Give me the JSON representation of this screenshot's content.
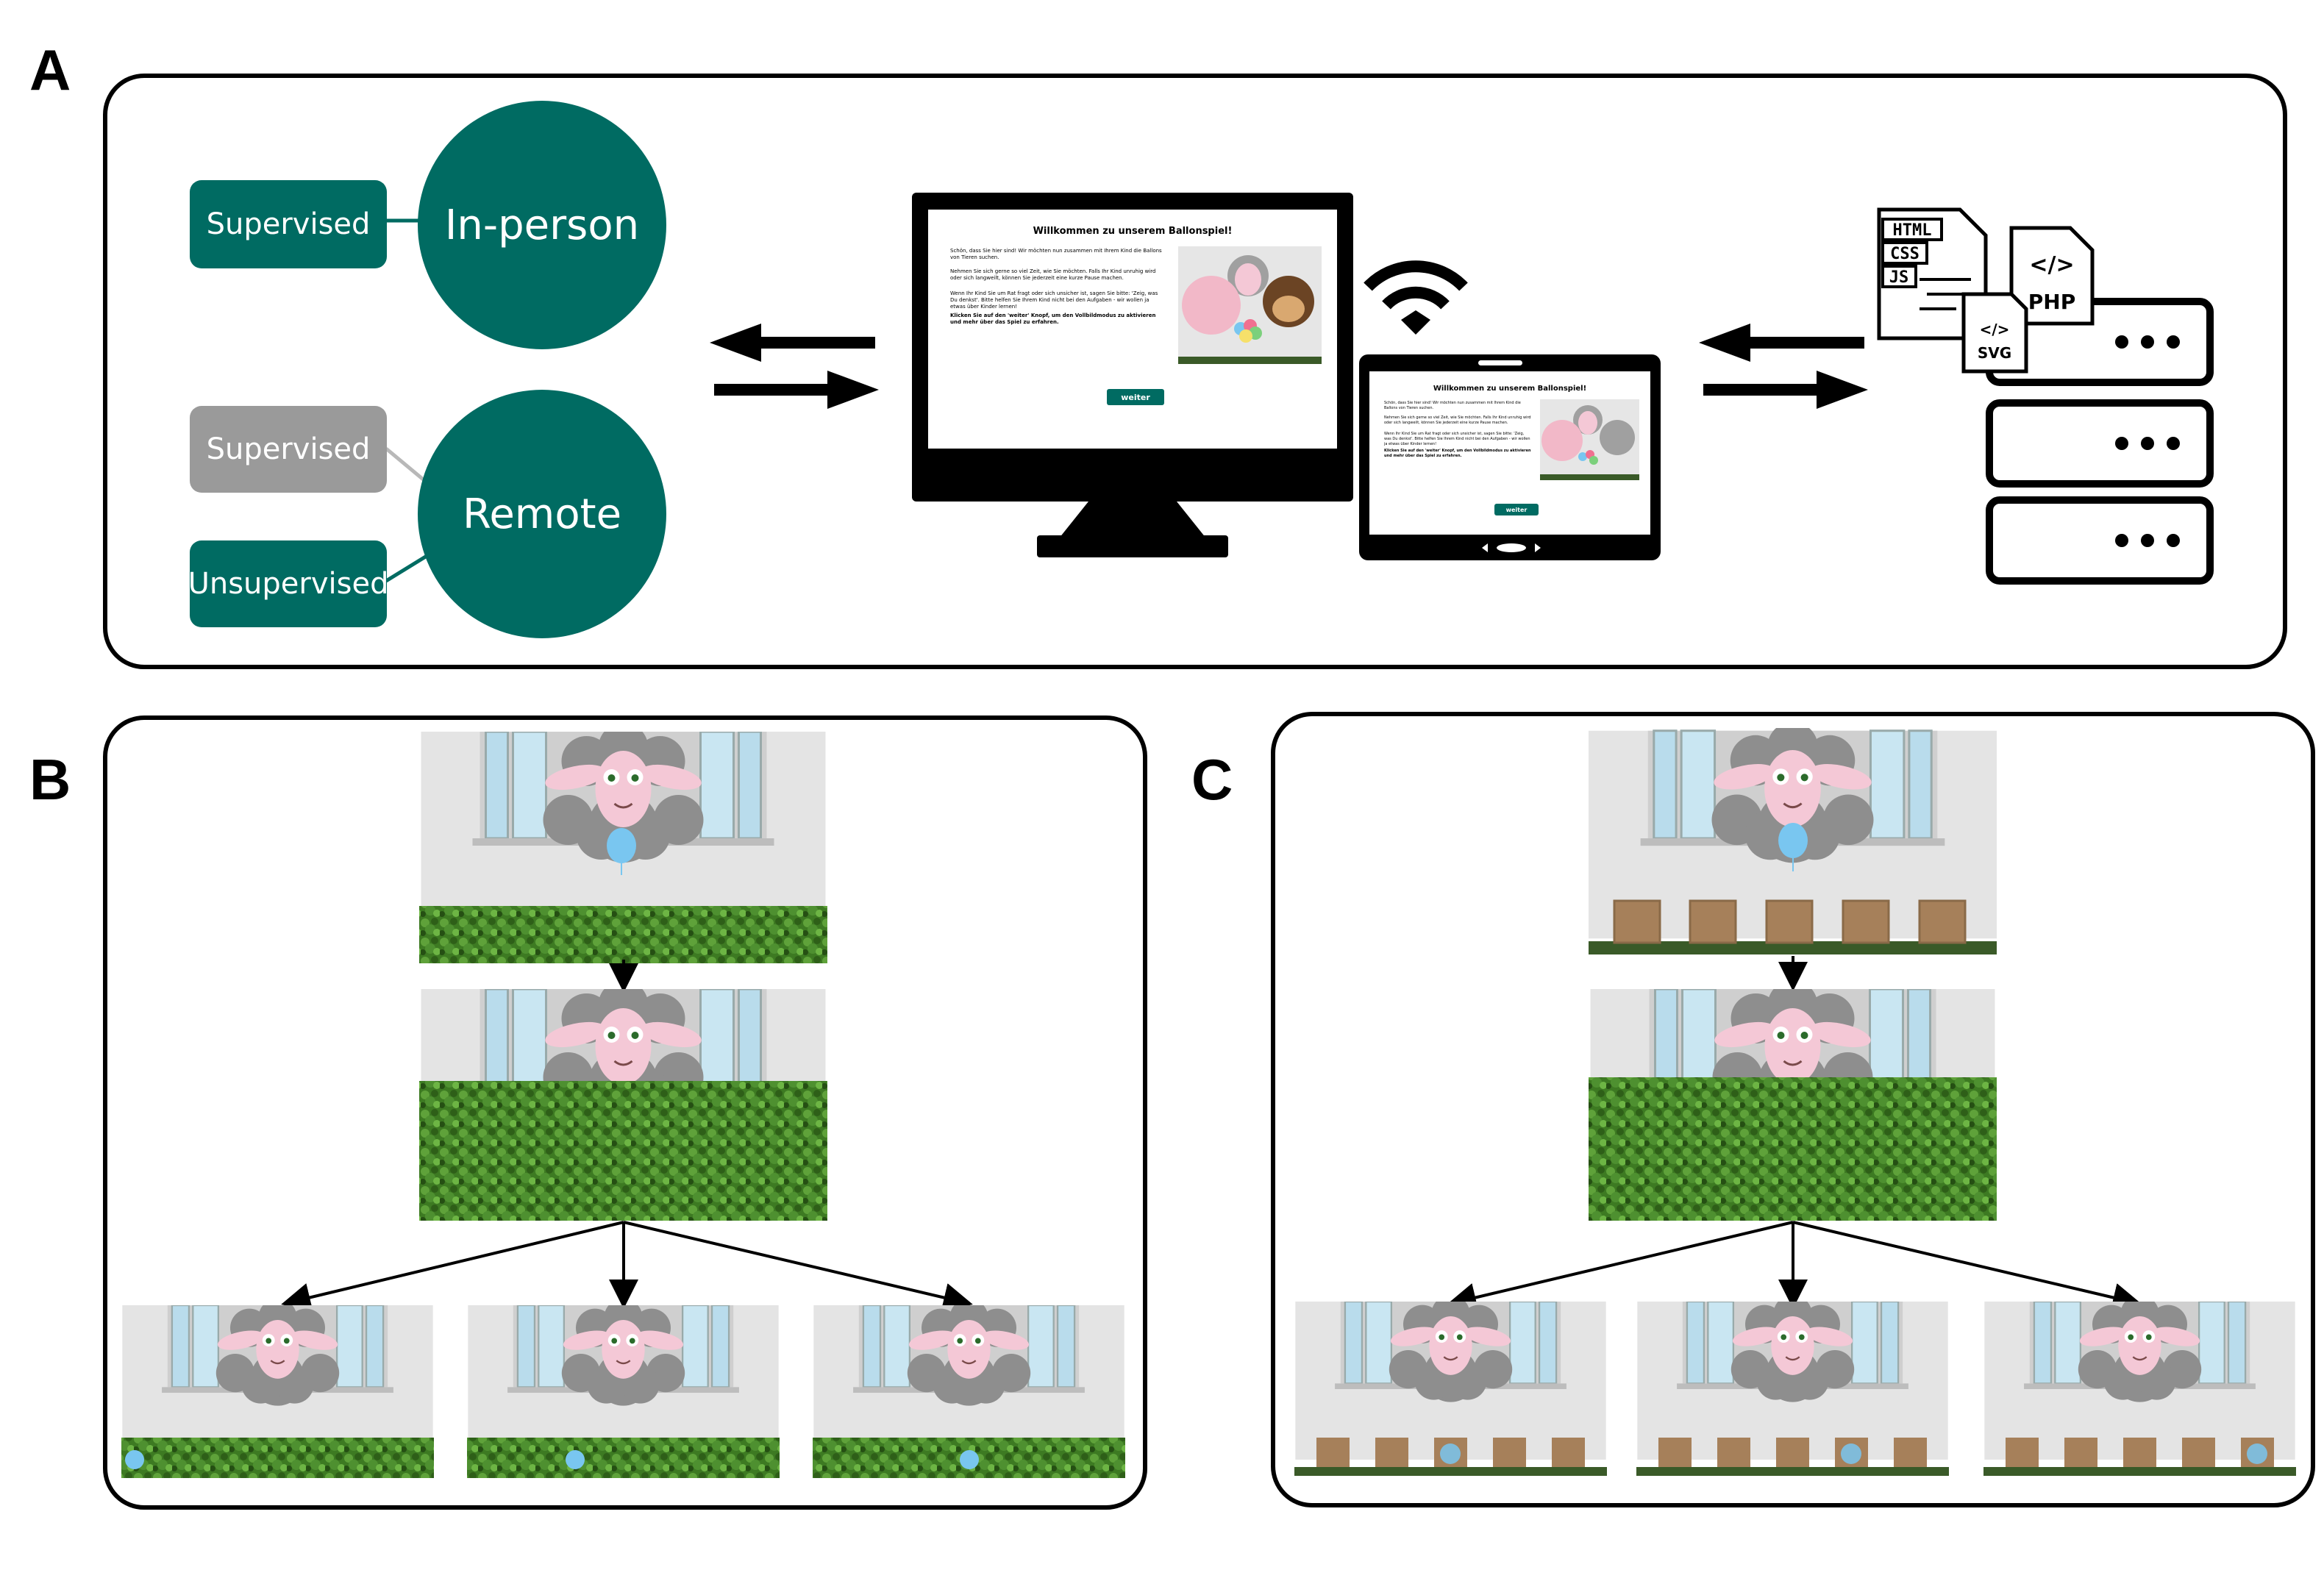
{
  "panels": {
    "a": {
      "letter": "A"
    },
    "b": {
      "letter": "B"
    },
    "c": {
      "letter": "C"
    }
  },
  "settings": {
    "in_person": {
      "label": "In-person",
      "supervised": "Supervised"
    },
    "remote": {
      "label": "Remote",
      "supervised": "Supervised",
      "unsupervised": "Unsupervised"
    }
  },
  "screen": {
    "title": "Willkommen zu unserem Ballonspiel!",
    "p1": "Schön, dass Sie hier sind! Wir möchten nun zusammen mit Ihrem Kind die Ballons von Tieren suchen.",
    "p2": "Nehmen Sie sich gerne so viel Zeit, wie Sie möchten. Falls Ihr Kind unruhig wird oder sich langweilt, können Sie jederzeit eine kurze Pause machen.",
    "p3": "Wenn Ihr Kind Sie um Rat fragt oder sich unsicher ist, sagen Sie bitte: 'Zeig, was Du denkst'. Bitte helfen Sie Ihrem Kind nicht bei den Aufgaben - wir wollen ja etwas über Kinder lernen!",
    "p4": "Klicken Sie auf den 'weiter' Knopf, um den Vollbildmodus zu aktivieren und mehr über das Spiel zu erfahren.",
    "button": "weiter"
  },
  "server_files": [
    "HTML",
    "CSS",
    "JS",
    "PHP",
    "SVG"
  ],
  "colors": {
    "teal": "#006B62",
    "gray": "#9A9A9A",
    "connector_gray": "#B8B8B8",
    "hedge": "#3F7A22",
    "box": "#A6805A",
    "balloon": "#79C6F0",
    "sheep_face": "#F4C8D6",
    "wall": "#E4E4E4"
  },
  "icons": [
    "double-arrow-icon",
    "wifi-icon",
    "monitor-icon",
    "tablet-icon",
    "code-file-icon",
    "server-rack-icon",
    "sheep-icon",
    "balloon-icon",
    "hedge-icon",
    "box-icon"
  ]
}
